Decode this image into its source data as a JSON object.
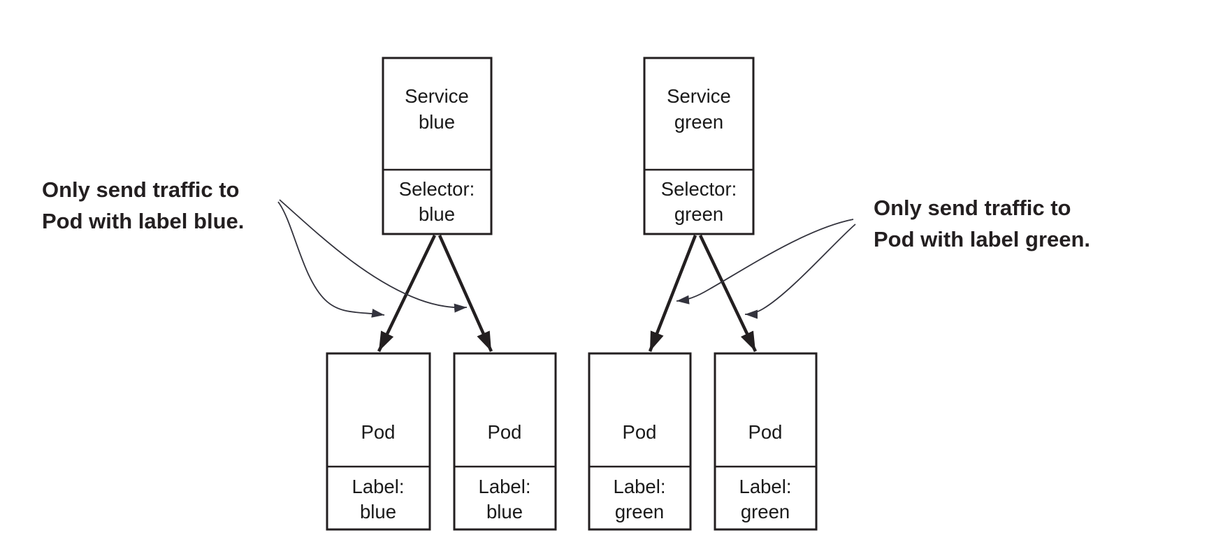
{
  "colors": {
    "ink": "#231f20",
    "thin_line": "#33333d",
    "background": "#ffffff"
  },
  "services": [
    {
      "name_line1": "Service",
      "name_line2": "blue",
      "selector_line1": "Selector:",
      "selector_line2": "blue"
    },
    {
      "name_line1": "Service",
      "name_line2": "green",
      "selector_line1": "Selector:",
      "selector_line2": "green"
    }
  ],
  "pods": [
    {
      "name": "Pod",
      "label_line1": "Label:",
      "label_line2": "blue"
    },
    {
      "name": "Pod",
      "label_line1": "Label:",
      "label_line2": "blue"
    },
    {
      "name": "Pod",
      "label_line1": "Label:",
      "label_line2": "green"
    },
    {
      "name": "Pod",
      "label_line1": "Label:",
      "label_line2": "green"
    }
  ],
  "annotations": [
    {
      "line1": "Only send traffic to",
      "line2": "Pod with label blue."
    },
    {
      "line1": "Only send traffic to",
      "line2": "Pod with label green."
    }
  ]
}
